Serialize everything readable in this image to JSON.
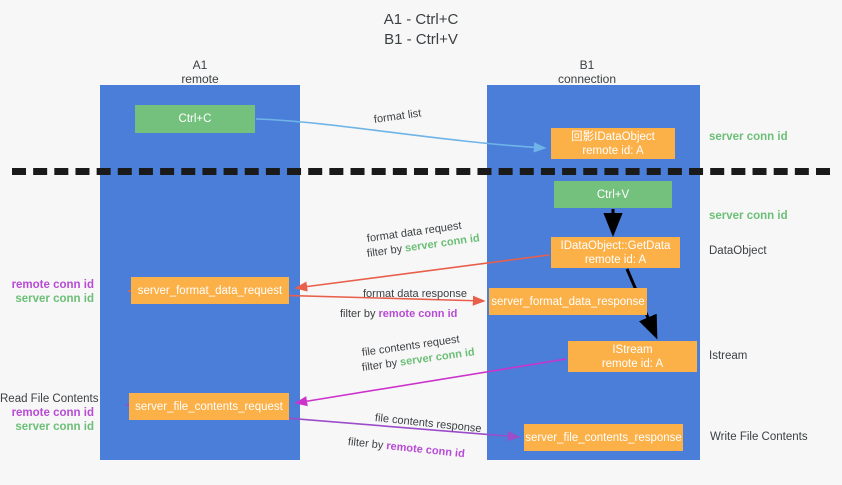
{
  "title": {
    "line1": "A1 - Ctrl+C",
    "line2": "B1 - Ctrl+V"
  },
  "columns": {
    "a1": {
      "name": "A1",
      "sub": "remote"
    },
    "b1": {
      "name": "B1",
      "sub": "connection"
    }
  },
  "boxes": {
    "ctrl_c": "Ctrl+C",
    "idataobject": {
      "line1": "回影IDataObject",
      "line2": "remote id: A"
    },
    "ctrl_v": "Ctrl+V",
    "getdata": {
      "line1": "IDataObject::GetData",
      "line2": "remote id: A"
    },
    "format_data_request": "server_format_data_request",
    "format_data_response": "server_format_data_response",
    "istream": {
      "line1": "IStream",
      "line2": "remote id: A"
    },
    "file_contents_request": "server_file_contents_request",
    "file_contents_response": "server_file_contents_response"
  },
  "side_labels": {
    "server_conn_id_1": "server conn id",
    "server_conn_id_2": "server conn id",
    "dataobject": "DataObject",
    "istream": "Istream",
    "write_file_contents": "Write File Contents"
  },
  "left_labels": {
    "remote_conn_id_1": "remote conn id",
    "server_conn_id_1": "server conn id",
    "read_file_contents": "Read File Contents",
    "remote_conn_id_2": "remote conn id",
    "server_conn_id_2": "server conn id"
  },
  "flow_labels": {
    "format_list": "format list",
    "format_data_request": "format data request",
    "filter_by_prefix_1": "filter by ",
    "filter_value_1": "server conn id",
    "format_data_response": "format data response",
    "filter_by_prefix_2": "filter by ",
    "filter_value_2": "remote conn id",
    "file_contents_request": "file contents request",
    "filter_by_prefix_3": "filter by ",
    "filter_value_3": "server conn id",
    "file_contents_response": "file contents response",
    "filter_by_prefix_4": "filter by ",
    "filter_value_4": "remote conn id"
  },
  "colors": {
    "lane": "#4a7ed8",
    "green_box": "#73c17c",
    "orange_box": "#fbb048",
    "server_conn_id": "#6cbf77",
    "remote_conn_id": "#b84bd6",
    "arrow_blue": "#6fb4e8",
    "arrow_red": "#e8604c",
    "arrow_magenta": "#cc33cc",
    "arrow_purple": "#9b4dca",
    "arrow_black": "#000000",
    "background": "#f7f7f7"
  }
}
